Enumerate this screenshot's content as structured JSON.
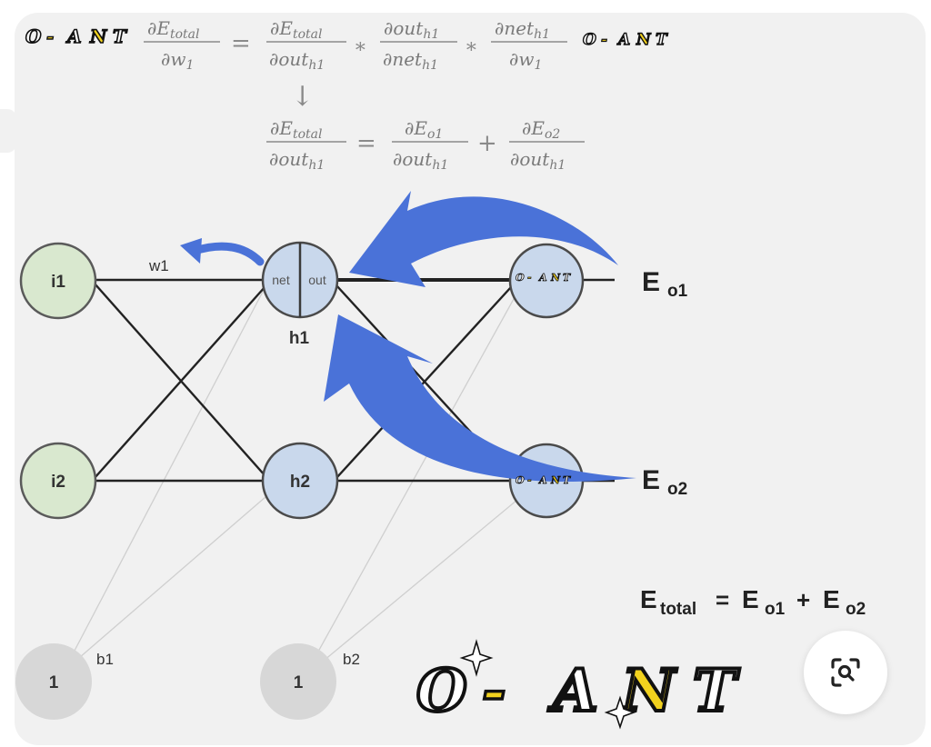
{
  "equations": {
    "line1": {
      "lhs_num": "∂E",
      "lhs_num_sub": "total",
      "lhs_den": "∂w",
      "lhs_den_sub": "1",
      "eq": "=",
      "t1_num": "∂E",
      "t1_num_sub": "total",
      "t1_den": "∂out",
      "t1_den_sub": "h1",
      "times": "∗",
      "t2_num": "∂out",
      "t2_num_sub": "h1",
      "t2_den": "∂net",
      "t2_den_sub": "h1",
      "t3_num": "∂net",
      "t3_num_sub": "h1",
      "t3_den": "∂w",
      "t3_den_sub": "1"
    },
    "arrow": "↓",
    "line2": {
      "lhs_num": "∂E",
      "lhs_num_sub": "total",
      "lhs_den": "∂out",
      "lhs_den_sub": "h1",
      "eq": "=",
      "t1_num": "∂E",
      "t1_num_sub": "o1",
      "t1_den": "∂out",
      "t1_den_sub": "h1",
      "plus": "+",
      "t2_num": "∂E",
      "t2_num_sub": "o2",
      "t2_den": "∂out",
      "t2_den_sub": "h1"
    }
  },
  "network": {
    "inputs": [
      "i1",
      "i2"
    ],
    "hidden": [
      "h1",
      "h2"
    ],
    "h1_parts": {
      "left": "net",
      "right": "out"
    },
    "bias_nodes": [
      "1",
      "1"
    ],
    "bias_labels": [
      "b1",
      "b2"
    ],
    "weight_label": "w1",
    "errors": [
      {
        "main": "E",
        "sub": "o1"
      },
      {
        "main": "E",
        "sub": "o2"
      }
    ],
    "total_formula": {
      "lhs_main": "E",
      "lhs_sub": "total",
      "eq": "=",
      "t1_main": "E",
      "t1_sub": "o1",
      "plus": "+",
      "t2_main": "E",
      "t2_sub": "o2"
    }
  },
  "watermark": {
    "small_parts": [
      "O",
      "-",
      "A",
      "N",
      "T"
    ],
    "large_parts": [
      "O",
      "-",
      "A",
      "N",
      "T"
    ]
  },
  "colors": {
    "input_fill": "#d9e8cf",
    "input_stroke": "#6b8a5a",
    "hidden_fill": "#c9d8ec",
    "bias_fill": "#d7d7d7",
    "arrow_blue": "#4a72d8",
    "watermark_yellow": "#f2d21e"
  },
  "icons": [
    "lens-search-icon",
    "sparkle-icon"
  ]
}
